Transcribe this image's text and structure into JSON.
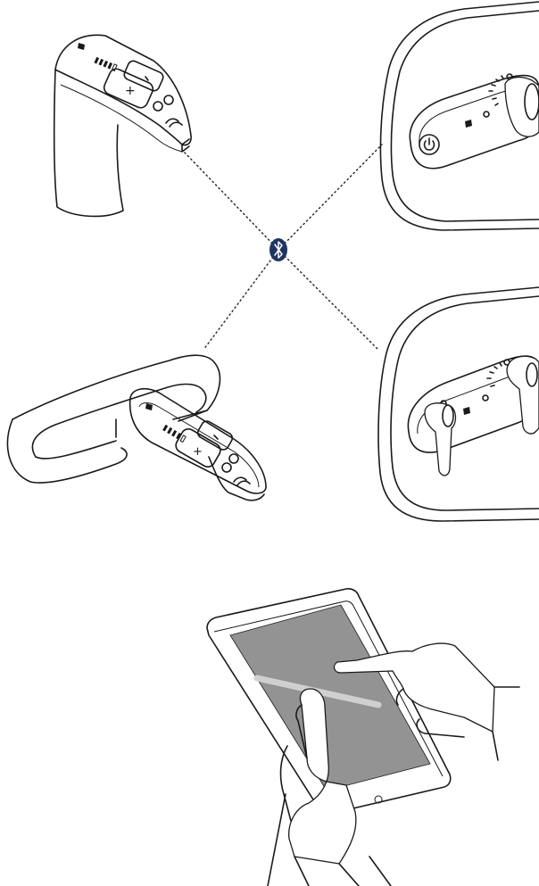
{
  "colors": {
    "line": "#1a1a1a",
    "bluetooth_badge": "#1f3560",
    "screen": "#939393",
    "screen_glare": "#d0d0d0",
    "background": "#ffffff"
  },
  "icons": {
    "hub": "bluetooth-icon",
    "controls": [
      "power-icon",
      "plus-icon",
      "minus-icon",
      "flow-icon",
      "hand-wave-icon"
    ]
  },
  "devices": [
    {
      "id": "basin-tap",
      "kind": "smart tap with control panel"
    },
    {
      "id": "shower-controller-single",
      "kind": "wall-mounted digital shower control, single lever"
    },
    {
      "id": "kitchen-tap",
      "kind": "smart tap with control panel"
    },
    {
      "id": "shower-controller-dual",
      "kind": "wall-mounted digital shower control, dual lever"
    },
    {
      "id": "tablet",
      "kind": "tablet held in hands"
    }
  ]
}
